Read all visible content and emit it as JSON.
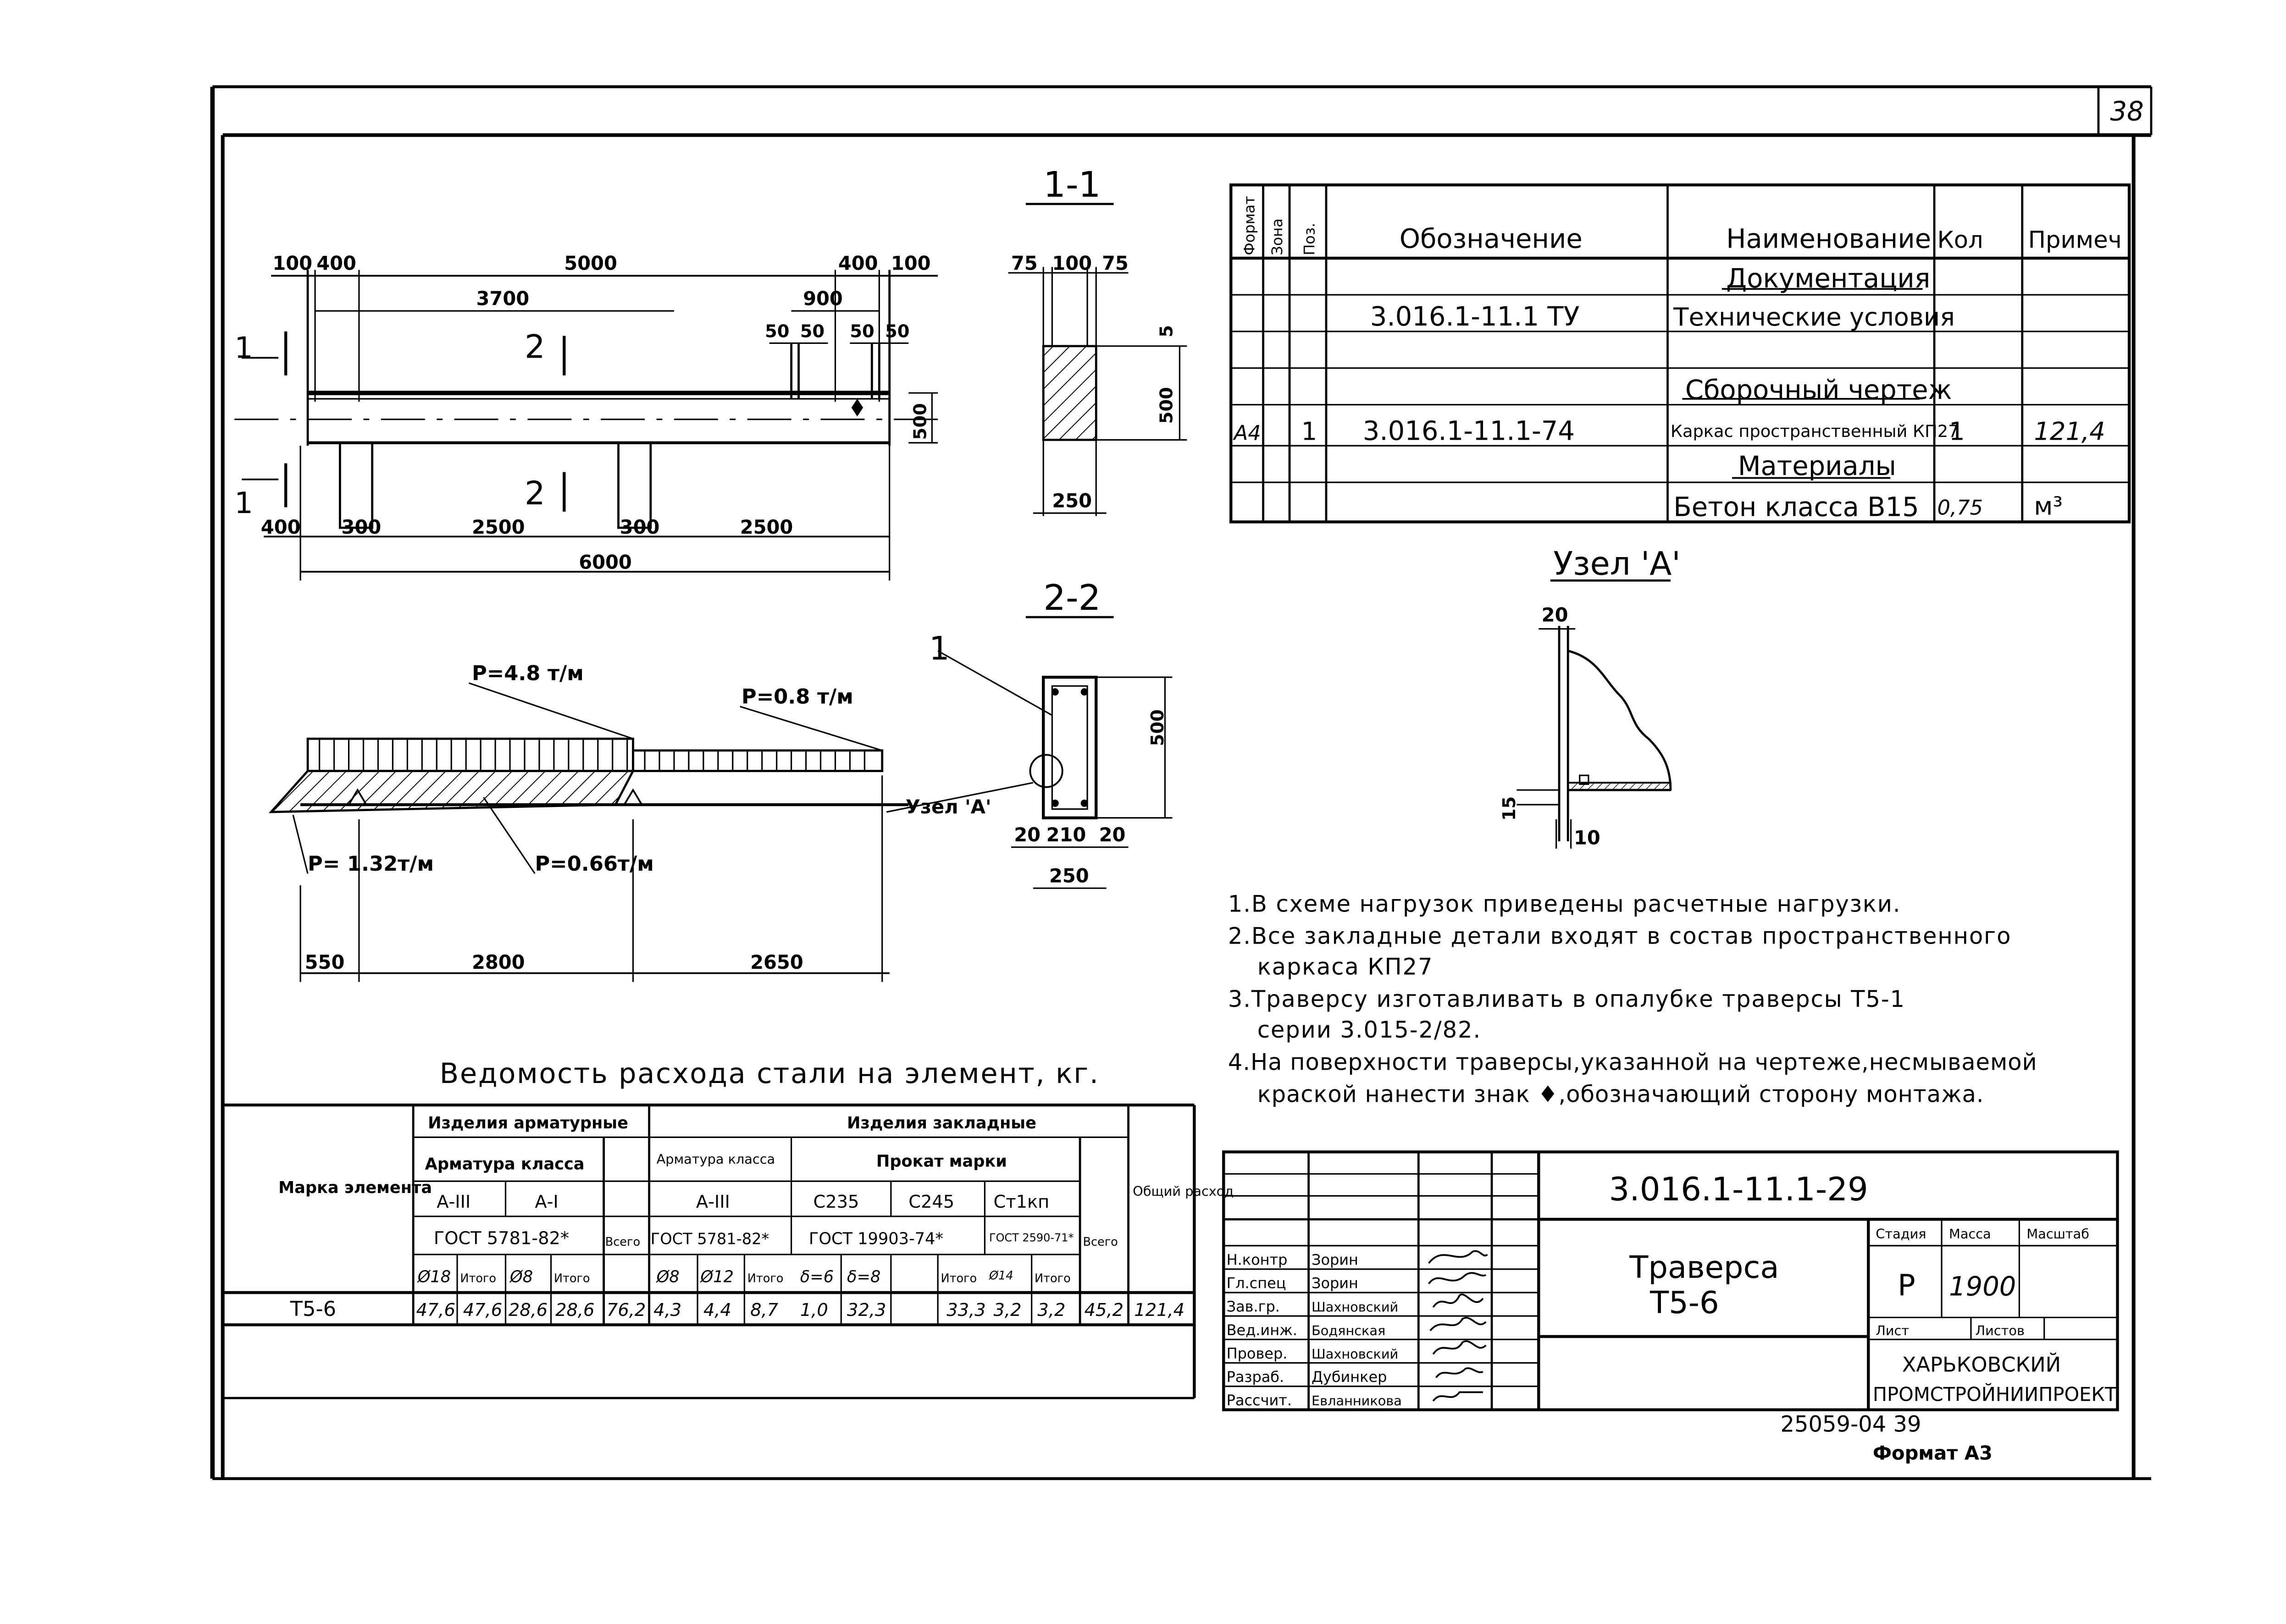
{
  "sheet_number": "38",
  "sections": {
    "s11": "1-1",
    "s22": "2-2",
    "mark1": "1",
    "mark2": "2",
    "node_title": "Узел 'А'",
    "node_label": "Узел 'А'"
  },
  "dimensions": {
    "top": [
      "100",
      "400",
      "5000",
      "400",
      "100"
    ],
    "d3700": "3700",
    "d900": "900",
    "d5050a": [
      "50",
      "50"
    ],
    "d5050b": [
      "50",
      "50"
    ],
    "d500": "500",
    "bottom": [
      "400",
      "300",
      "2500",
      "300",
      "2500"
    ],
    "d6000": "6000",
    "s11_top": [
      "75",
      "100",
      "75"
    ],
    "s11_5": "5",
    "s11_500": "500",
    "s11_250": "250",
    "s22_500": "500",
    "s22_bottom": [
      "20",
      "210",
      "20"
    ],
    "s22_250": "250",
    "node_20": "20",
    "node_15": "15",
    "node_10": "10",
    "load_bottom": [
      "550",
      "2800",
      "2650"
    ]
  },
  "loads": {
    "p1": "P=4.8 т/м",
    "p2": "P=0.8 т/м",
    "p3": "P= 1.32т/м",
    "p4": "P=0.66т/м"
  },
  "spec_table": {
    "headers": [
      "Формат",
      "Зона",
      "Поз.",
      "Обозначение",
      "Наименование",
      "Кол",
      "Примеч"
    ],
    "rows": [
      {
        "fmt": "",
        "zone": "",
        "pos": "",
        "code": "",
        "name": "Документация",
        "qty": "",
        "note": ""
      },
      {
        "fmt": "",
        "zone": "",
        "pos": "",
        "code": "3.016.1-11.1 ТУ",
        "name": "Технические условия",
        "qty": "",
        "note": ""
      },
      {
        "fmt": "",
        "zone": "",
        "pos": "",
        "code": "",
        "name": "",
        "qty": "",
        "note": ""
      },
      {
        "fmt": "",
        "zone": "",
        "pos": "",
        "code": "",
        "name": "Сборочный чертеж",
        "qty": "",
        "note": ""
      },
      {
        "fmt": "А4",
        "zone": "",
        "pos": "1",
        "code": "3.016.1-11.1-74",
        "name": "Каркас пространственный КП27",
        "qty": "1",
        "note": "121,4"
      },
      {
        "fmt": "",
        "zone": "",
        "pos": "",
        "code": "",
        "name": "Материалы",
        "qty": "",
        "note": ""
      },
      {
        "fmt": "",
        "zone": "",
        "pos": "",
        "code": "",
        "name": "Бетон класса В15",
        "qty": "0,75",
        "note": "м³"
      }
    ]
  },
  "notes": [
    "1.В схеме нагрузок приведены расчетные нагрузки.",
    "2.Все закладные детали входят в состав пространственного",
    "каркаса КП27",
    "3.Траверсу изготавливать в опалубке траверсы Т5-1",
    "серии 3.015-2/82.",
    "4.На поверхности траверсы,указанной на чертеже,несмываемой",
    "краской нанести знак ♦,обозначающий сторону монтажа."
  ],
  "steel_table": {
    "title": "Ведомость расхода стали на элемент, кг.",
    "marka": "Марка элемента",
    "izd_arm": "Изделия арматурные",
    "izd_zakl": "Изделия закладные",
    "arm_class": "Арматура класса",
    "arm_class2": "Арматура класса",
    "prokat": "Прокат марки",
    "a3": "А-III",
    "a1": "А-I",
    "a3b": "А-III",
    "c235": "С235",
    "c245": "С245",
    "st": "Ст1кп",
    "gost1": "ГОСТ 5781-82*",
    "gost2": "ГОСТ 5781-82*",
    "gost3": "ГОСТ 19903-74*",
    "gost4": "ГОСТ 2590-71*",
    "vsego1": "Всего",
    "vsego2": "Всего",
    "total_head": "Общий расход",
    "sub": [
      "Ø18",
      "Итого",
      "Ø8",
      "Итого",
      "Ø8",
      "Ø12",
      "Итого",
      "δ=6",
      "δ=8",
      "Итого",
      "Ø14",
      "Итого"
    ],
    "row": {
      "mark": "Т5-6",
      "values": [
        "47,6",
        "47,6",
        "28,6",
        "28,6",
        "76,2",
        "4,3",
        "4,4",
        "8,7",
        "1,0",
        "32,3",
        "33,3",
        "3,2",
        "3,2",
        "45,2",
        "121,4"
      ]
    }
  },
  "title_block": {
    "doc_code": "3.016.1-11.1-29",
    "element_name": "Траверса",
    "element_mark": "Т5-6",
    "stage_h": "Стадия",
    "mass_h": "Масса",
    "scale_h": "Масштаб",
    "stage": "Р",
    "mass": "1900",
    "sheet_h": "Лист",
    "sheets_h": "Листов",
    "org1": "ХАРЬКОВСКИЙ",
    "org2": "ПРОМСТРОЙНИИПРОЕКТ",
    "roles": [
      "Н.контр",
      "Гл.спец",
      "Зав.гр.",
      "Вед.инж.",
      "Провер.",
      "Разраб.",
      "Рассчит."
    ],
    "people": [
      "Зорин",
      "Зорин",
      "Шахновский",
      "Бодянская",
      "Шахновский",
      "Дубинкер",
      "Евланникова"
    ]
  },
  "footer_code": "25059-04 39",
  "format": "Формат А3"
}
